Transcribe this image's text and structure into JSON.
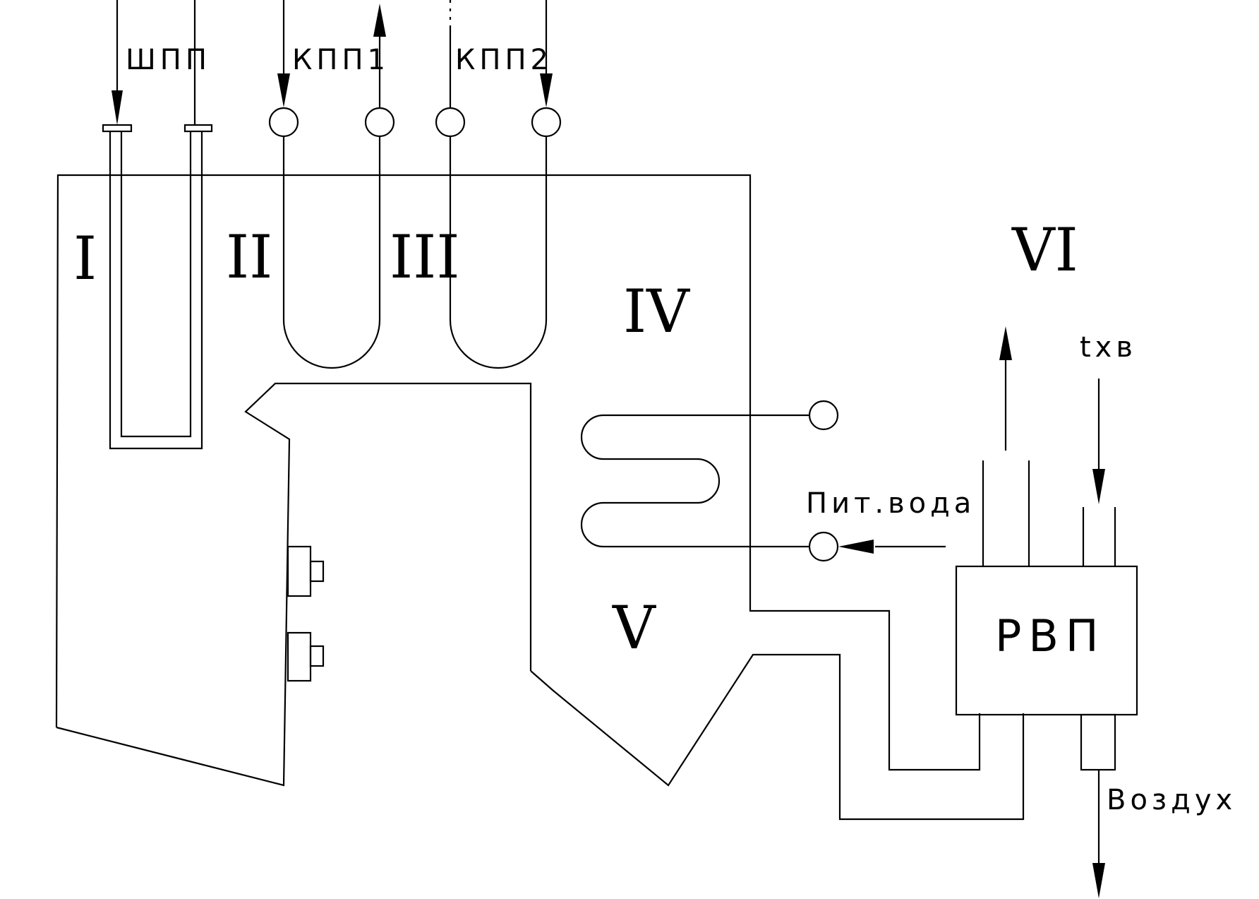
{
  "labels": {
    "shpp": "ШПП",
    "kpp1": "КПП1",
    "kpp2": "КПП2",
    "zone_1": "I",
    "zone_2": "II",
    "zone_3": "III",
    "zone_4": "IV",
    "zone_5": "V",
    "zone_6": "VI",
    "feedwater": "Пит.вода",
    "air_temp": "tхв",
    "rvp": "РВП",
    "air": "Воздух"
  }
}
